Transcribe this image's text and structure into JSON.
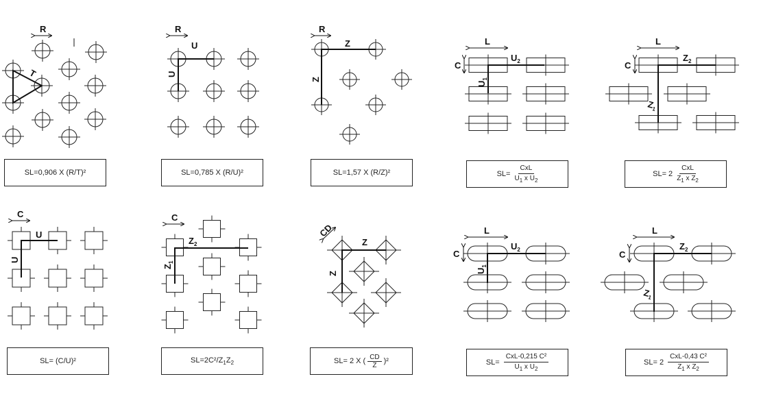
{
  "diagrams": [
    {
      "id": "d1",
      "labels": {
        "R": "R",
        "T": "T"
      },
      "formula": "SL=0,906 X (R/T)²"
    },
    {
      "id": "d2",
      "labels": {
        "R": "R",
        "U1": "U",
        "U2": "U"
      },
      "formula": "SL=0,785 X (R/U)²"
    },
    {
      "id": "d3",
      "labels": {
        "R": "R",
        "Z1": "Z",
        "Z2": "Z"
      },
      "formula": "SL=1,57 X (R/Z)²"
    },
    {
      "id": "d4",
      "labels": {
        "L": "L",
        "C": "C",
        "U1": "U",
        "U1sub": "1",
        "U2": "U",
        "U2sub": "2"
      },
      "formula": {
        "prefix": "SL=",
        "num": "CxL",
        "den_a": "U",
        "den_a_sub": "1",
        "den_x": " x ",
        "den_b": "U",
        "den_b_sub": "2"
      }
    },
    {
      "id": "d5",
      "labels": {
        "L": "L",
        "C": "C",
        "Z1": "Z",
        "Z1sub": "1",
        "Z2": "Z",
        "Z2sub": "2"
      },
      "formula": {
        "prefix": "SL= 2",
        "num": "CxL",
        "den_a": "Z",
        "den_a_sub": "1",
        "den_x": " x ",
        "den_b": "Z",
        "den_b_sub": "2"
      }
    },
    {
      "id": "d6",
      "labels": {
        "C": "C",
        "U1": "U",
        "U2": "U"
      },
      "formula": "SL= (C/U)²"
    },
    {
      "id": "d7",
      "labels": {
        "C": "C",
        "Z1": "Z",
        "Z1sub": "1",
        "Z2": "Z",
        "Z2sub": "2"
      },
      "formula": {
        "main": "SL=2C²/Z",
        "s1": "1",
        "mid": "Z",
        "s2": "2"
      }
    },
    {
      "id": "d8",
      "labels": {
        "CD": "CD",
        "Z1": "Z",
        "Z2": "Z"
      },
      "formula": {
        "prefix": "SL= 2 X (",
        "num": "CD",
        "den": "Z",
        "suffix": ")²"
      }
    },
    {
      "id": "d9",
      "labels": {
        "L": "L",
        "C": "C",
        "U1": "U",
        "U1sub": "1",
        "U2": "U",
        "U2sub": "2"
      },
      "formula": {
        "prefix": "SL=",
        "num": "CxL-0,215 C²",
        "den_a": "U",
        "den_a_sub": "1",
        "den_x": " x ",
        "den_b": "U",
        "den_b_sub": "2"
      }
    },
    {
      "id": "d10",
      "labels": {
        "L": "L",
        "C": "C",
        "Z1": "Z",
        "Z1sub": "1",
        "Z2": "Z",
        "Z2sub": "2"
      },
      "formula": {
        "prefix": "SL= 2",
        "num": "CxL-0,43 C²",
        "den_a": "Z",
        "den_a_sub": "1",
        "den_x": " x ",
        "den_b": "Z",
        "den_b_sub": "2"
      }
    }
  ]
}
